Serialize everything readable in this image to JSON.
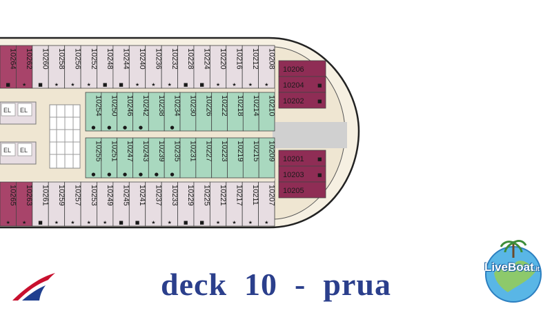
{
  "caption": "deck  10  -  prua",
  "colors": {
    "cabin_interior": "#e7dde2",
    "cabin_outside": "#a8446a",
    "cabin_outside_dark": "#8f2d55",
    "cabin_suite": "#a9d8bf",
    "corridor": "#efe6d2",
    "divider": "#d0d0d0",
    "caption": "#2b3f8c",
    "logo_red": "#c8102e"
  },
  "deck": {
    "top_row": [
      {
        "num": "10264",
        "mark": "■"
      },
      {
        "num": "10262",
        "mark": "★"
      },
      {
        "num": "10260",
        "mark": "■"
      },
      {
        "num": "10258",
        "mark": "★"
      },
      {
        "num": "10256",
        "mark": "★"
      },
      {
        "num": "10252",
        "mark": "★"
      },
      {
        "num": "10248",
        "mark": "■"
      },
      {
        "num": "10244",
        "mark": "■"
      },
      {
        "num": "10240",
        "mark": "★"
      },
      {
        "num": "10236",
        "mark": "★"
      },
      {
        "num": "10232",
        "mark": "★"
      },
      {
        "num": "10228",
        "mark": "■"
      },
      {
        "num": "10224",
        "mark": "■"
      },
      {
        "num": "10220",
        "mark": "★"
      },
      {
        "num": "10216",
        "mark": "★"
      },
      {
        "num": "10212",
        "mark": "★"
      },
      {
        "num": "10208",
        "mark": "★"
      }
    ],
    "upper_mid_row": [
      {
        "num": "10254",
        "mark": "●"
      },
      {
        "num": "10250",
        "mark": "●"
      },
      {
        "num": "10246",
        "mark": "●"
      },
      {
        "num": "10242",
        "mark": "●"
      },
      {
        "num": "10238",
        "mark": ""
      },
      {
        "num": "10234",
        "mark": "●"
      },
      {
        "num": "10230",
        "mark": ""
      },
      {
        "num": "10226",
        "mark": ""
      },
      {
        "num": "10222",
        "mark": ""
      },
      {
        "num": "10218",
        "mark": ""
      },
      {
        "num": "10214",
        "mark": ""
      },
      {
        "num": "10210",
        "mark": ""
      }
    ],
    "lower_mid_row": [
      {
        "num": "10255",
        "mark": "●"
      },
      {
        "num": "10251",
        "mark": "●"
      },
      {
        "num": "10247",
        "mark": "●"
      },
      {
        "num": "10243",
        "mark": "●"
      },
      {
        "num": "10239",
        "mark": "●"
      },
      {
        "num": "10235",
        "mark": "●"
      },
      {
        "num": "10231",
        "mark": ""
      },
      {
        "num": "10227",
        "mark": ""
      },
      {
        "num": "10223",
        "mark": ""
      },
      {
        "num": "10219",
        "mark": ""
      },
      {
        "num": "10215",
        "mark": ""
      },
      {
        "num": "10209",
        "mark": ""
      }
    ],
    "bottom_row": [
      {
        "num": "10265",
        "mark": "★"
      },
      {
        "num": "10263",
        "mark": "★"
      },
      {
        "num": "10261",
        "mark": "■"
      },
      {
        "num": "10259",
        "mark": "★"
      },
      {
        "num": "10257",
        "mark": "★"
      },
      {
        "num": "10253",
        "mark": "★"
      },
      {
        "num": "10249",
        "mark": "★"
      },
      {
        "num": "10245",
        "mark": "■"
      },
      {
        "num": "10241",
        "mark": "■"
      },
      {
        "num": "10237",
        "mark": "★"
      },
      {
        "num": "10233",
        "mark": "★"
      },
      {
        "num": "10229",
        "mark": "■"
      },
      {
        "num": "10225",
        "mark": "■"
      },
      {
        "num": "10221",
        "mark": "★"
      },
      {
        "num": "10217",
        "mark": "★"
      },
      {
        "num": "10211",
        "mark": "★"
      },
      {
        "num": "10207",
        "mark": "★"
      }
    ],
    "bow_upper": [
      {
        "num": "10206",
        "mark": ""
      },
      {
        "num": "10204",
        "mark": "■"
      },
      {
        "num": "10202",
        "mark": "■"
      }
    ],
    "bow_lower": [
      {
        "num": "10201",
        "mark": "■"
      },
      {
        "num": "10203",
        "mark": "■"
      },
      {
        "num": "10205",
        "mark": ""
      }
    ],
    "elevator_labels": [
      "EL",
      "EL",
      "EL",
      "EL"
    ]
  },
  "logos": {
    "carnival_icon": "carnival-funnel-logo",
    "liveboat_icon": "liveboat-globe-logo",
    "liveboat_text": "LiveBoat",
    "liveboat_suffix": ".it"
  }
}
